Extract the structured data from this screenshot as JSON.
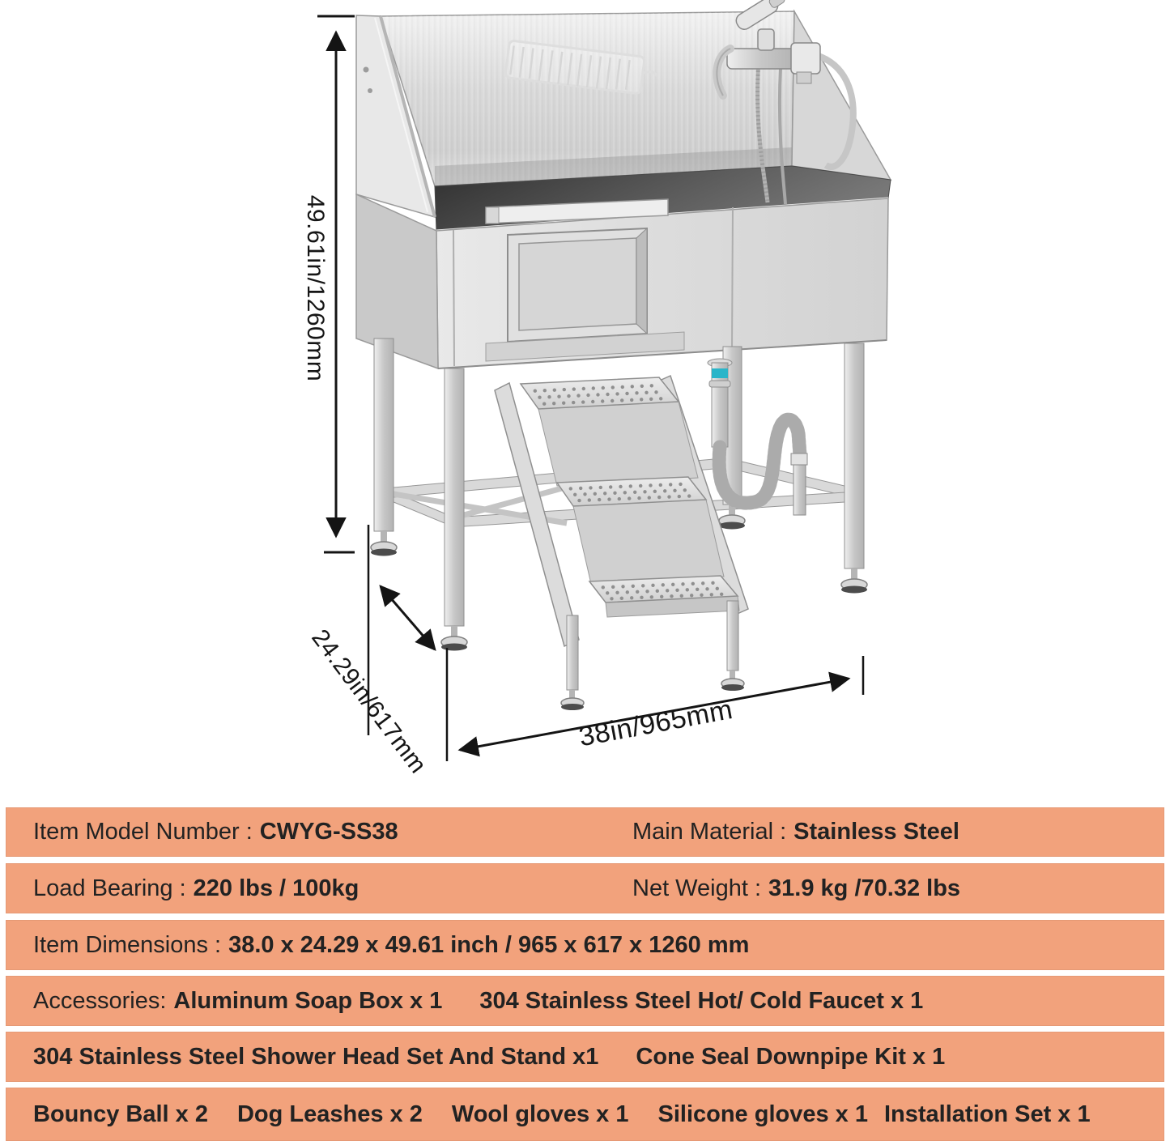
{
  "product_figure": {
    "dimension_labels": {
      "height": "49.61in/1260mm",
      "depth": "24.29in/617mm",
      "width": "38in/965mm"
    }
  },
  "spec_table": {
    "row1": {
      "label1": "Item Model Number :",
      "value1": "CWYG-SS38",
      "label2": "Main Material :",
      "value2": "Stainless Steel"
    },
    "row2": {
      "label1": "Load Bearing :",
      "value1": "220 lbs / 100kg",
      "label2": "Net Weight :",
      "value2": "31.9 kg /70.32 lbs"
    },
    "row3": {
      "label1": "Item Dimensions :",
      "value1": "38.0 x 24.29 x 49.61 inch / 965 x 617 x 1260 mm"
    },
    "row4": {
      "label1": "Accessories:",
      "value1": "Aluminum Soap Box x 1",
      "value2": "304 Stainless Steel Hot/ Cold Faucet x 1"
    },
    "row5": {
      "value1": "304 Stainless Steel Shower Head Set And Stand x1",
      "value2": "Cone Seal Downpipe Kit x 1"
    },
    "row6": {
      "value1": "Bouncy Ball x 2",
      "value2": "Dog Leashes x 2",
      "value3": "Wool gloves x 1",
      "value4": "Silicone gloves x 1",
      "value5": "Installation Set x 1"
    }
  },
  "colors": {
    "row_background": "#F2A27C",
    "table_text": "#222222",
    "dimension_line": "#141414",
    "drain_accent": "#2AB5C9"
  }
}
